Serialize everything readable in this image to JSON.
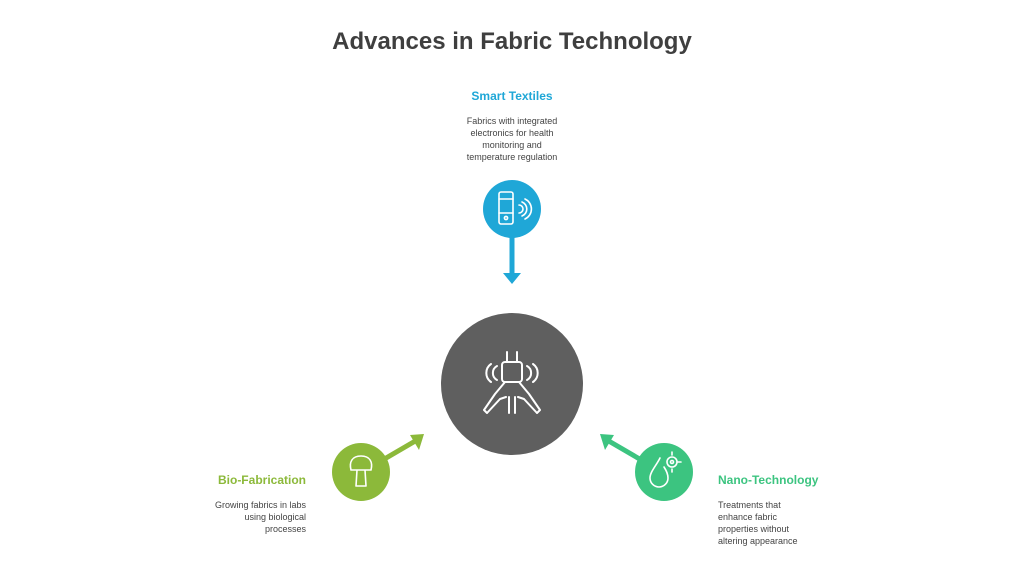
{
  "title": "Advances in Fabric Technology",
  "colors": {
    "smart": "#1fa7d7",
    "bio": "#8cb93a",
    "nano": "#3cc480",
    "hub": "#5f5f5f"
  },
  "nodes": {
    "smart": {
      "heading": "Smart Textiles",
      "description": [
        "Fabrics with integrated",
        "electronics for health",
        "monitoring and",
        "temperature regulation"
      ],
      "icon": "smartphone-wireless-icon"
    },
    "bio": {
      "heading": "Bio-Fabrication",
      "description": [
        "Growing fabrics in labs",
        "using biological",
        "processes"
      ],
      "icon": "mushroom-icon"
    },
    "nano": {
      "heading": "Nano-Technology",
      "description": [
        "Treatments that",
        "enhance fabric",
        "properties without",
        "altering appearance"
      ],
      "icon": "droplet-molecule-icon"
    }
  },
  "hub": {
    "icon": "robotic-claw-icon"
  }
}
